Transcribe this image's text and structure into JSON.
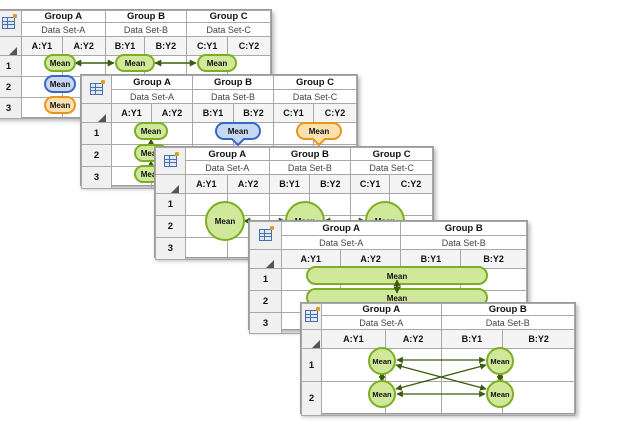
{
  "panels": [
    {
      "groups": [
        {
          "name": "Group A",
          "dataset": "Data Set-A"
        },
        {
          "name": "Group B",
          "dataset": "Data Set-B"
        },
        {
          "name": "Group C",
          "dataset": "Data Set-C"
        }
      ],
      "columns": [
        "A:Y1",
        "A:Y2",
        "B:Y1",
        "B:Y2",
        "C:Y1",
        "C:Y2"
      ],
      "rows": [
        "1",
        "2",
        "3"
      ]
    },
    {
      "groups": [
        {
          "name": "Group A",
          "dataset": "Data Set-A"
        },
        {
          "name": "Group B",
          "dataset": "Data Set-B"
        },
        {
          "name": "Group C",
          "dataset": "Data Set-C"
        }
      ],
      "columns": [
        "A:Y1",
        "A:Y2",
        "B:Y1",
        "B:Y2",
        "C:Y1",
        "C:Y2"
      ],
      "rows": [
        "1",
        "2",
        "3"
      ]
    },
    {
      "groups": [
        {
          "name": "Group A",
          "dataset": "Data Set-A"
        },
        {
          "name": "Group B",
          "dataset": "Data Set-B"
        },
        {
          "name": "Group C",
          "dataset": "Data Set-C"
        }
      ],
      "columns": [
        "A:Y1",
        "A:Y2",
        "B:Y1",
        "B:Y2",
        "C:Y1",
        "C:Y2"
      ],
      "rows": [
        "1",
        "2",
        "3"
      ]
    },
    {
      "groups": [
        {
          "name": "Group A",
          "dataset": "Data Set-A"
        },
        {
          "name": "Group B",
          "dataset": "Data Set-B"
        }
      ],
      "columns": [
        "A:Y1",
        "A:Y2",
        "B:Y1",
        "B:Y2"
      ],
      "rows": [
        "1",
        "2",
        "3"
      ]
    },
    {
      "groups": [
        {
          "name": "Group A",
          "dataset": "Data Set-A"
        },
        {
          "name": "Group B",
          "dataset": "Data Set-B"
        }
      ],
      "columns": [
        "A:Y1",
        "A:Y2",
        "B:Y1",
        "B:Y2"
      ],
      "rows": [
        "1",
        "2"
      ]
    }
  ],
  "mean_label": "Mean",
  "colors": {
    "green_fill": "#cfe89a",
    "green_stroke": "#7dae24",
    "blue_fill": "#c6d8f4",
    "blue_stroke": "#3a68c0",
    "orange_fill": "#fbe1b0",
    "orange_stroke": "#e8961c",
    "arrow": "#3c5a10",
    "table_icon": "#4a6fa8"
  },
  "icons": [
    "table-icon"
  ]
}
